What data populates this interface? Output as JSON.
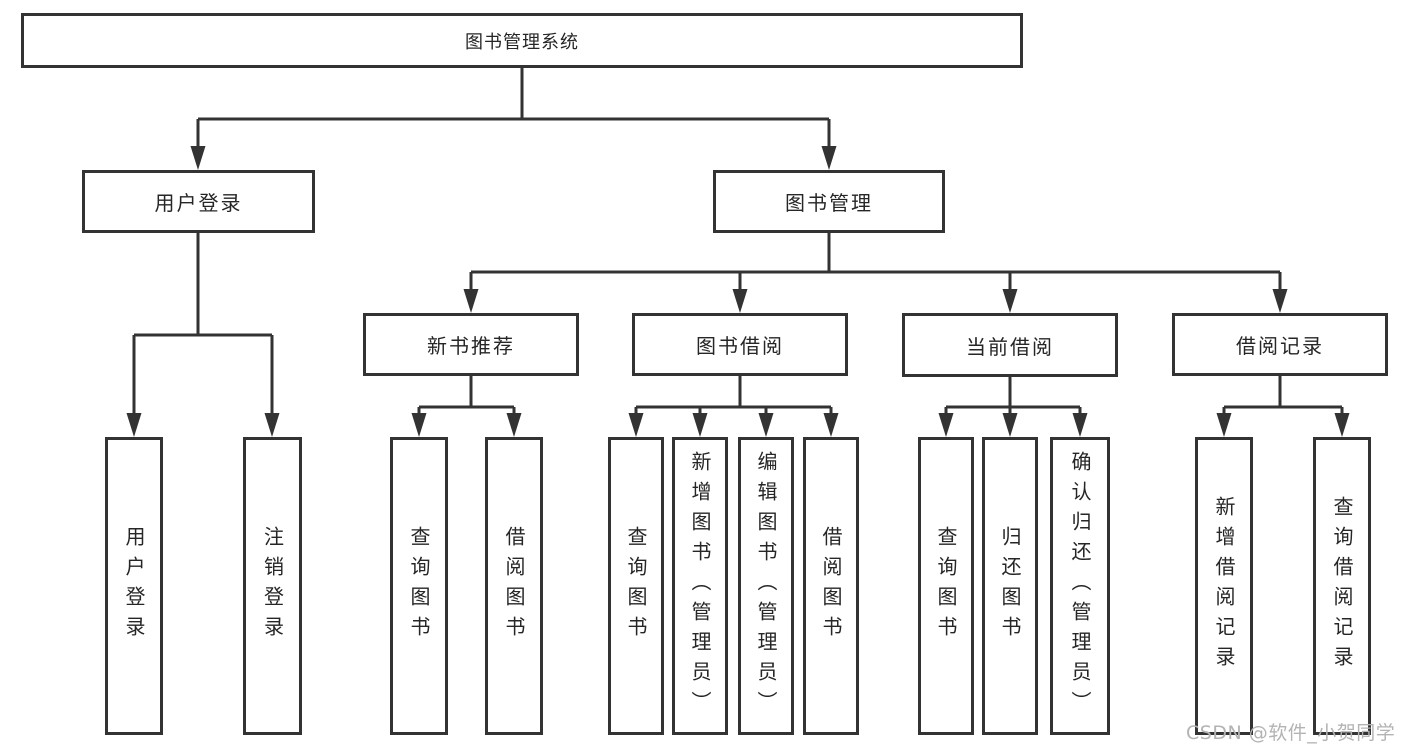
{
  "colors": {
    "background": "#ffffff",
    "border": "#333333",
    "line": "#333333",
    "text": "#262626",
    "watermark": "#b3b3b3"
  },
  "tree": {
    "root": {
      "label": "图书管理系统"
    },
    "children": [
      {
        "label": "用户登录",
        "children": [
          {
            "label": "用户登录"
          },
          {
            "label": "注销登录"
          }
        ]
      },
      {
        "label": "图书管理",
        "children": [
          {
            "label": "新书推荐",
            "children": [
              {
                "label": "查询图书"
              },
              {
                "label": "借阅图书"
              }
            ]
          },
          {
            "label": "图书借阅",
            "children": [
              {
                "label": "查询图书"
              },
              {
                "label": "新增图书（管理员）"
              },
              {
                "label": "编辑图书（管理员）"
              },
              {
                "label": "借阅图书"
              }
            ]
          },
          {
            "label": "当前借阅",
            "children": [
              {
                "label": "查询图书"
              },
              {
                "label": "归还图书"
              },
              {
                "label": "确认归还（管理员）"
              }
            ]
          },
          {
            "label": "借阅记录",
            "children": [
              {
                "label": "新增借阅记录"
              },
              {
                "label": "查询借阅记录"
              }
            ]
          }
        ]
      }
    ]
  },
  "watermark": {
    "text": "CSDN @软件_小贺同学"
  }
}
